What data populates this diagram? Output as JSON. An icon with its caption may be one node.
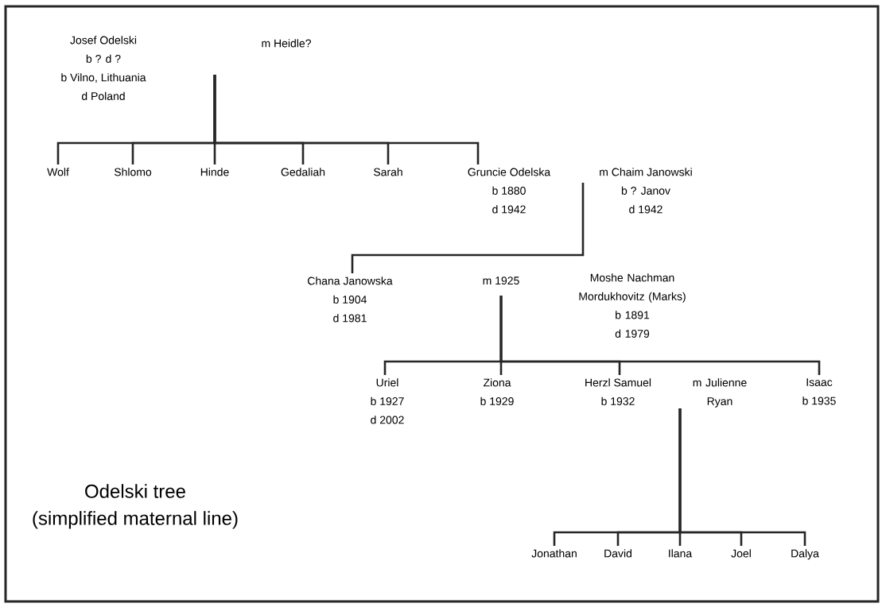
{
  "diagram": {
    "title": "Odelski tree",
    "caption": "(simplified maternal line)",
    "nodes": [
      {
        "text": [
          "Josef Odelski",
          "b ? d ?",
          "b Vilno, Lithuania",
          "d Poland"
        ]
      },
      {
        "text": [
          "m Heidle?"
        ]
      },
      {
        "text": [
          "Wolf"
        ]
      },
      {
        "text": [
          "Shlomo"
        ]
      },
      {
        "text": [
          "Hinde"
        ]
      },
      {
        "text": [
          "Gedaliah"
        ]
      },
      {
        "text": [
          "Sarah"
        ]
      },
      {
        "text": [
          "Gruncie Odelska",
          "b 1880",
          "d 1942"
        ]
      },
      {
        "text": [
          "m Chaim Janowski",
          "b ? Janov",
          "d 1942"
        ]
      },
      {
        "text": [
          "Chana Janowska",
          "b 1904",
          "d 1981"
        ]
      },
      {
        "text": [
          "m 1925"
        ]
      },
      {
        "text": [
          "Moshe Nachman Mordukhovitz (Marks)",
          "b 1891",
          "d 1979"
        ]
      },
      {
        "text": [
          "Uriel",
          "b 1927",
          "d 2002"
        ]
      },
      {
        "text": [
          "Ziona",
          "b 1929"
        ]
      },
      {
        "text": [
          "Herzl Samuel",
          "b 1932"
        ]
      },
      {
        "text": [
          "m Julienne Ryan"
        ]
      },
      {
        "text": [
          "Isaac",
          "b 1935"
        ]
      },
      {
        "text": [
          "Jonathan"
        ]
      },
      {
        "text": [
          "David"
        ]
      },
      {
        "text": [
          "Ilana"
        ]
      },
      {
        "text": [
          "Joel"
        ]
      },
      {
        "text": [
          "Dalya"
        ]
      }
    ],
    "edges": [
      {
        "from": 1,
        "to": 2,
        "arrow": "none"
      },
      {
        "from": 1,
        "to": 3,
        "arrow": "none"
      },
      {
        "from": 1,
        "to": 4,
        "arrow": "none"
      },
      {
        "from": 1,
        "to": 5,
        "arrow": "none"
      },
      {
        "from": 1,
        "to": 6,
        "arrow": "none"
      },
      {
        "from": 1,
        "to": 7,
        "arrow": "none"
      },
      {
        "from": 8,
        "to": 9,
        "arrow": "none"
      },
      {
        "from": 10,
        "to": 12,
        "arrow": "none"
      },
      {
        "from": 10,
        "to": 13,
        "arrow": "none"
      },
      {
        "from": 10,
        "to": 14,
        "arrow": "none"
      },
      {
        "from": 10,
        "to": 16,
        "arrow": "none"
      },
      {
        "from": 15,
        "to": 17,
        "arrow": "none"
      },
      {
        "from": 15,
        "to": 18,
        "arrow": "none"
      },
      {
        "from": 15,
        "to": 19,
        "arrow": "none"
      },
      {
        "from": 15,
        "to": 20,
        "arrow": "none"
      },
      {
        "from": 15,
        "to": 21,
        "arrow": "none"
      }
    ]
  }
}
